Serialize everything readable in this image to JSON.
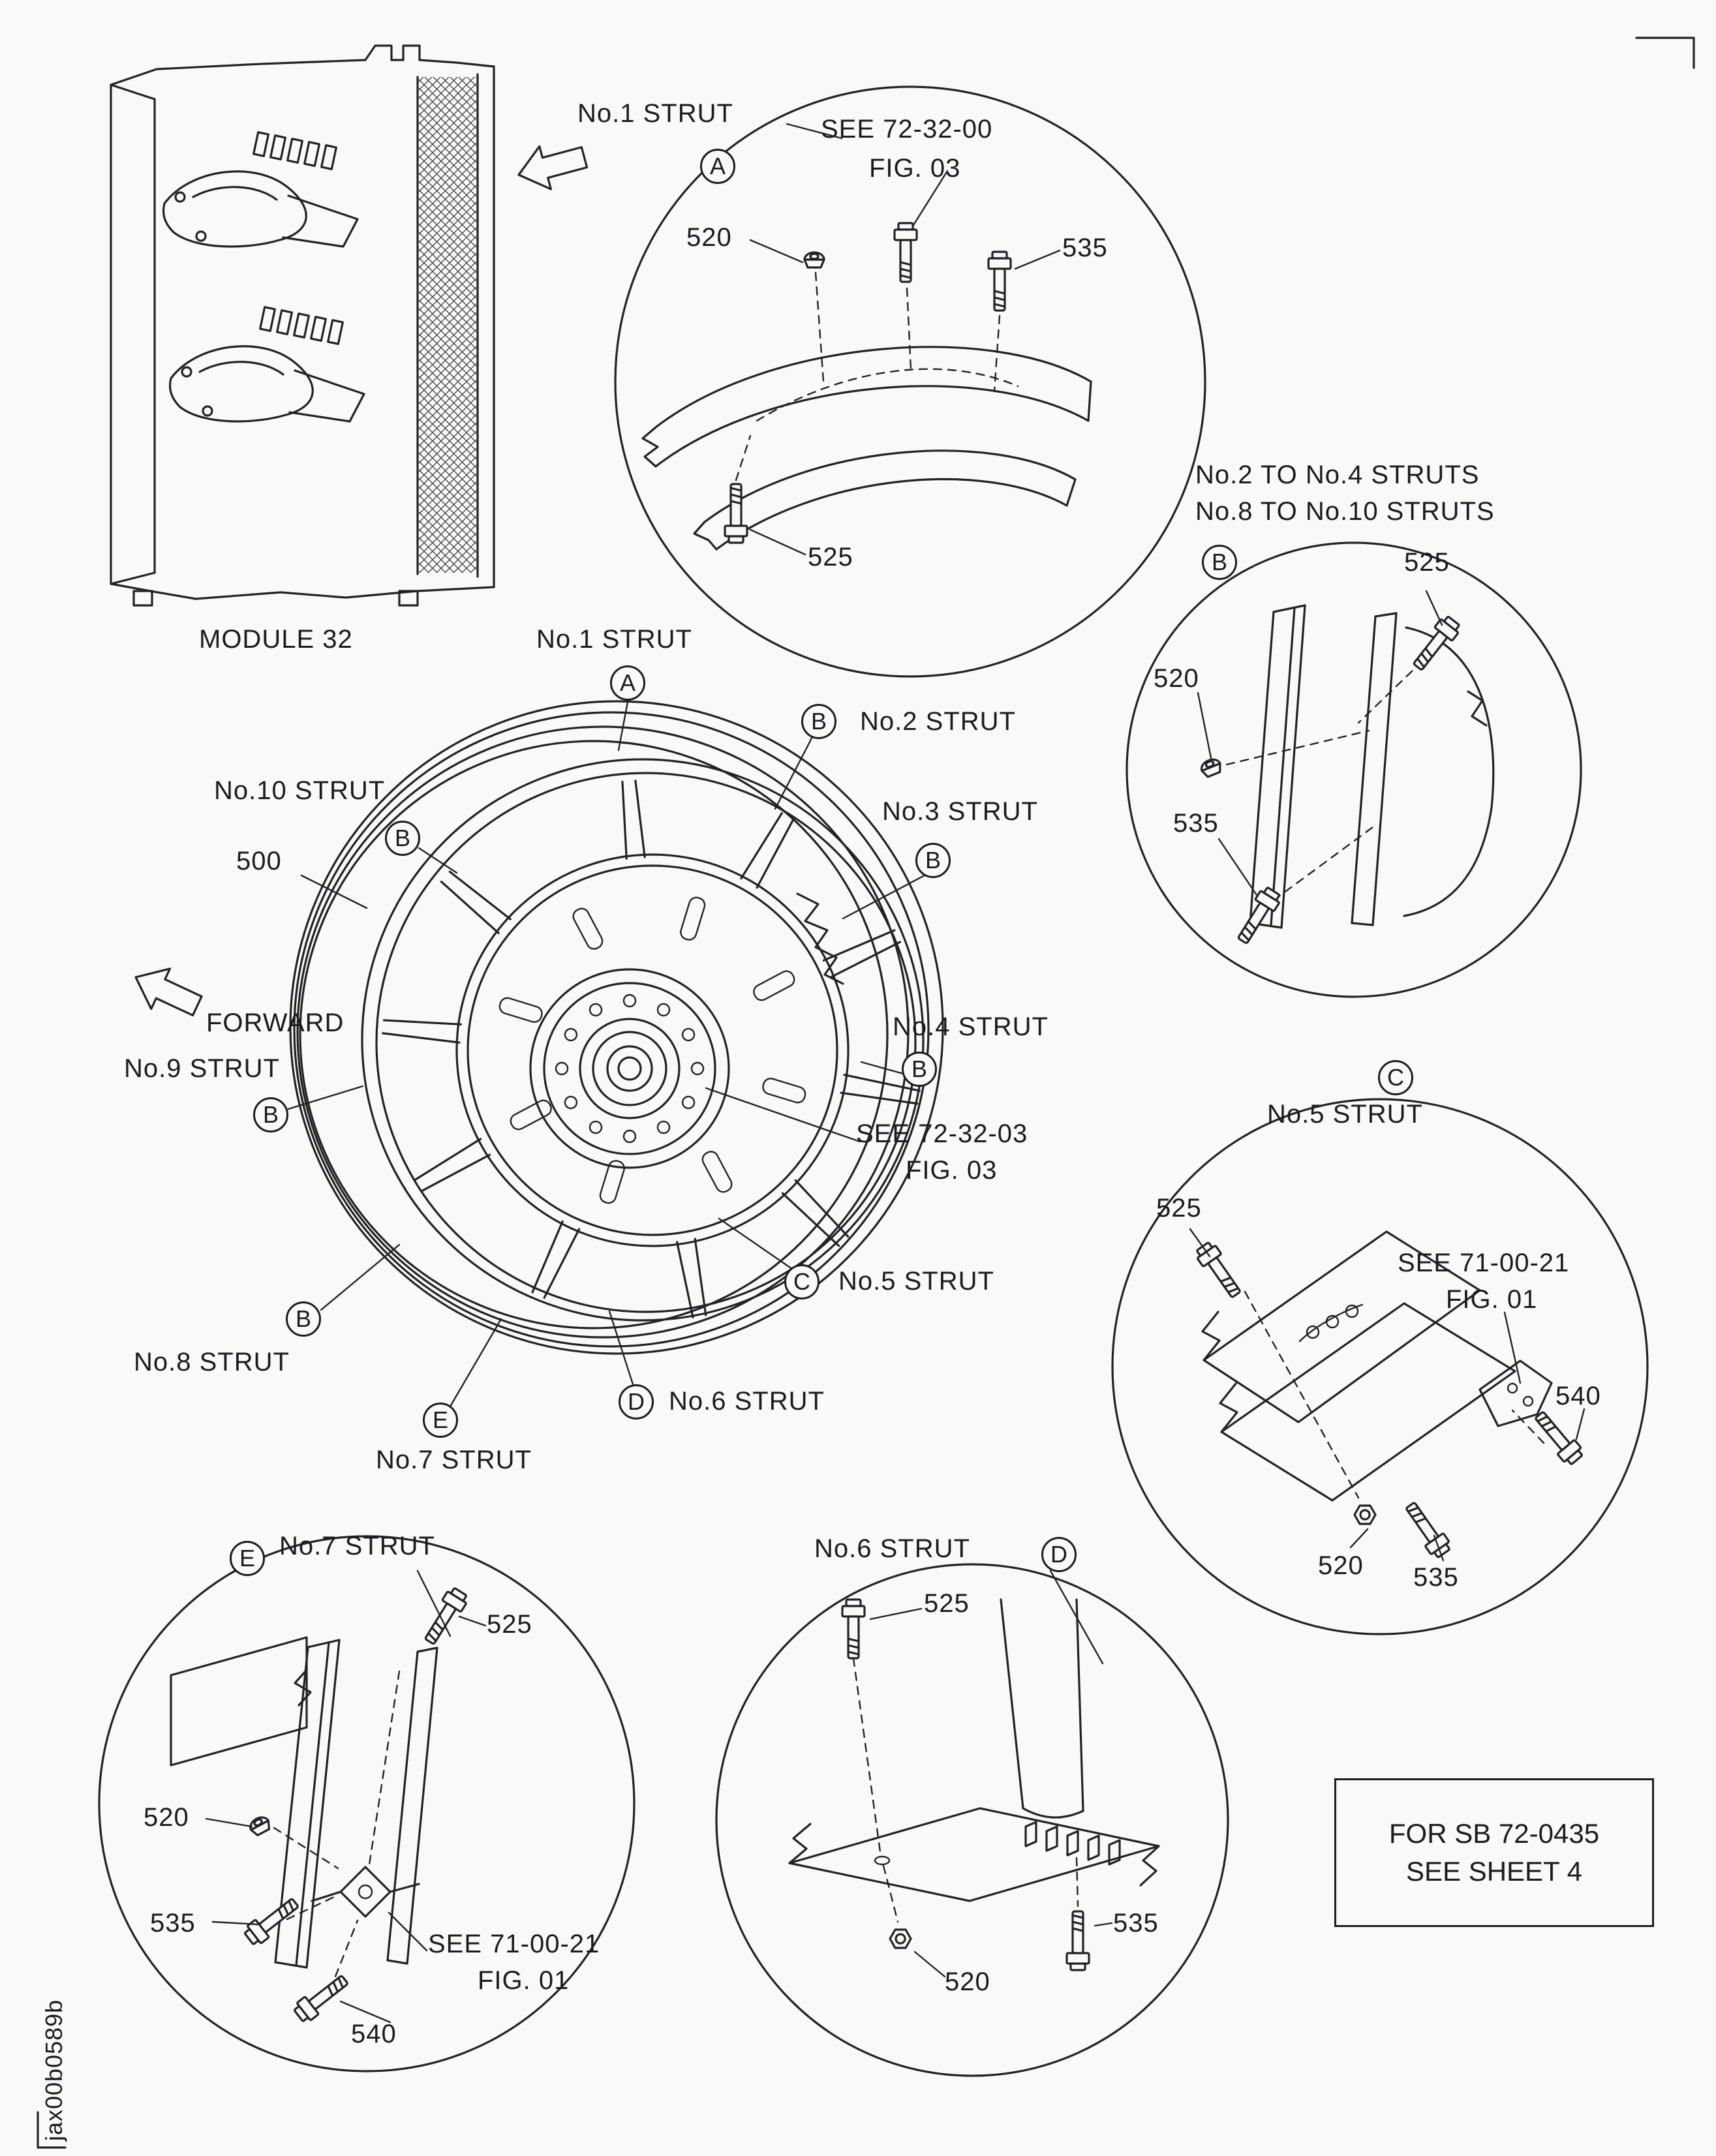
{
  "page": {
    "drawing_number": "jax00b0589b",
    "note_box": {
      "line1": "FOR SB 72-0435",
      "line2": "SEE SHEET 4"
    }
  },
  "module_view": {
    "caption": "MODULE 32"
  },
  "main_view": {
    "forward_label": "FORWARD",
    "part_number": "500",
    "see_ref": "SEE 72-32-03",
    "see_fig": "FIG. 03",
    "labels": {
      "strut1": "No.1 STRUT",
      "strut2": "No.2 STRUT",
      "strut3": "No.3 STRUT",
      "strut4": "No.4 STRUT",
      "strut5": "No.5 STRUT",
      "strut6": "No.6 STRUT",
      "strut7": "No.7 STRUT",
      "strut8": "No.8 STRUT",
      "strut9": "No.9 STRUT",
      "strut10": "No.10 STRUT"
    },
    "badges": {
      "strut1": "A",
      "strut2": "B",
      "strut3": "B",
      "strut4": "B",
      "strut5": "C",
      "strut6": "D",
      "strut7": "E",
      "strut8": "B",
      "strut9": "B",
      "strut10": "B"
    }
  },
  "detail_a": {
    "badge": "A",
    "title": "No.1 STRUT",
    "see_ref": "SEE 72-32-00",
    "see_fig": "FIG. 03",
    "part_520": "520",
    "part_535": "535",
    "part_525": "525"
  },
  "detail_b": {
    "badge": "B",
    "title_line1": "No.2 TO No.4 STRUTS",
    "title_line2": "No.8 TO No.10 STRUTS",
    "part_525": "525",
    "part_520": "520",
    "part_535": "535"
  },
  "detail_c": {
    "badge": "C",
    "title": "No.5 STRUT",
    "see_ref": "SEE 71-00-21",
    "see_fig": "FIG. 01",
    "part_525": "525",
    "part_540": "540",
    "part_520": "520",
    "part_535": "535"
  },
  "detail_d": {
    "badge": "D",
    "title": "No.6 STRUT",
    "part_525": "525",
    "part_535": "535",
    "part_520": "520"
  },
  "detail_e": {
    "badge": "E",
    "title": "No.7 STRUT",
    "see_ref": "SEE 71-00-21",
    "see_fig": "FIG. 01",
    "part_525": "525",
    "part_520": "520",
    "part_535": "535",
    "part_540": "540"
  }
}
